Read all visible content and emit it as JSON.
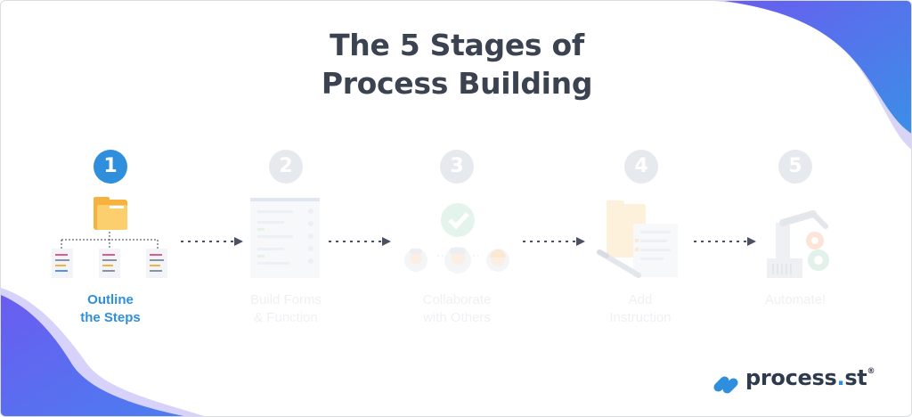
{
  "title": {
    "line1": "The 5 Stages of",
    "line2": "Process Building"
  },
  "stages": [
    {
      "number": "1",
      "label_line1": "Outline",
      "label_line2": "the Steps",
      "active": true,
      "icon": "folder-outline-icon"
    },
    {
      "number": "2",
      "label_line1": "Build Forms",
      "label_line2": "& Function",
      "active": false,
      "icon": "form-icon"
    },
    {
      "number": "3",
      "label_line1": "Collaborate",
      "label_line2": "with Others",
      "active": false,
      "icon": "collaboration-icon"
    },
    {
      "number": "4",
      "label_line1": "Add",
      "label_line2": "Instruction",
      "active": false,
      "icon": "instruction-icon"
    },
    {
      "number": "5",
      "label_line1": "Automate!",
      "label_line2": "",
      "active": false,
      "icon": "robot-arm-icon"
    }
  ],
  "brand": {
    "name_main": "process",
    "name_dot": ".",
    "name_tail": "st",
    "registered": "®"
  },
  "colors": {
    "accent": "#2f8fdc",
    "inactive_badge": "#e6e9ee",
    "title": "#3b4250",
    "blob_purple": "#6a5cf0",
    "blob_blue": "#3d8ee8"
  }
}
